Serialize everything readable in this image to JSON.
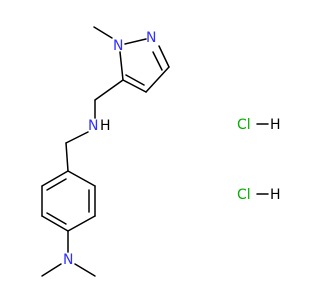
{
  "molecule": {
    "labels": {
      "methyl_pyrazole_n": "N",
      "pyrazole_n2": "N",
      "amine_n": "N",
      "amine_h": "H",
      "dimethyl_n": "N",
      "hcl1_cl": "Cl",
      "hcl1_h": "H",
      "hcl2_cl": "Cl",
      "hcl2_h": "H"
    }
  },
  "colors": {
    "nitrogen": "#3030ff",
    "carbon_bonds": "#000000",
    "chlorine": "#00b000",
    "background": "#ffffff"
  }
}
